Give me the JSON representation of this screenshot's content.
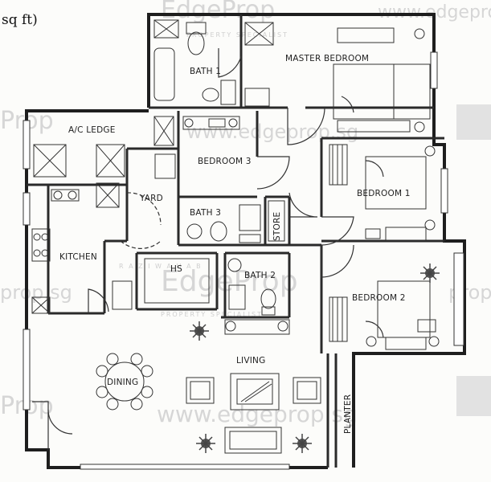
{
  "header": {
    "unit_fragment": "sq ft)"
  },
  "watermark": {
    "brand": "EdgeProp",
    "site": "www.edgeprop.sg",
    "site_short": "prop.sg",
    "agent": "R A Z I   W A H A B",
    "specialist": "PROPERTY SPECIALIST"
  },
  "rooms": {
    "master_bedroom": "MASTER BEDROOM",
    "bath1": "BATH 1",
    "ac_ledge": "A/C LEDGE",
    "bedroom3": "BEDROOM 3",
    "bedroom1": "BEDROOM 1",
    "yard": "YARD",
    "bath3": "BATH 3",
    "store": "STORE",
    "kitchen": "KITCHEN",
    "hs": "HS",
    "bath2": "BATH 2",
    "bedroom2": "BEDROOM 2",
    "living": "LIVING",
    "dining": "DINING",
    "planter": "PLANTER"
  },
  "colors": {
    "wall": "#1e1e1e",
    "line": "#3a3a3a",
    "watermark": "#d6d6d6"
  }
}
